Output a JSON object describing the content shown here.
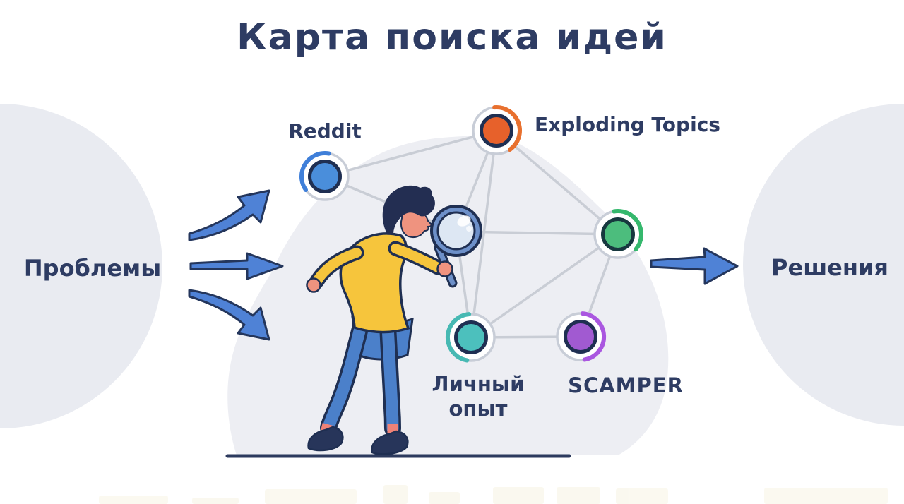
{
  "title": "Карта поиска идей",
  "flow": {
    "input_label": "Проблемы",
    "output_label": "Решения"
  },
  "nodes": {
    "reddit": {
      "label": "Reddit",
      "color": "#4a8edb",
      "accent": "#3f7fd9"
    },
    "exploding_topics": {
      "label": "Exploding Topics",
      "color": "#e7612b",
      "accent": "#e8702e"
    },
    "trend": {
      "label": "",
      "color": "#4cbd7d",
      "accent": "#35b86d"
    },
    "personal_experience": {
      "label": "Личный опыт",
      "color": "#4cc0bd",
      "accent": "#47b9b3"
    },
    "scamper": {
      "label": "SCAMPER",
      "color": "#a15ad1",
      "accent": "#aa57e0"
    }
  },
  "colors": {
    "heading_text": "#2e3c63",
    "arrow": "#4f82d6",
    "arrow_outline": "#24365c",
    "network_edge": "#c9cdd5",
    "node_ring": "#c8cdd7",
    "node_inner_stroke": "#1f2f52",
    "background_blob": "#e9ebf1",
    "cloud": "#edeef3",
    "ground": "#2c3a5e",
    "sweater_yellow": "#f6c53c",
    "pants_blue": "#4b80ca",
    "skin": "#ef937f",
    "hair": "#232e52",
    "magnifier_blue": "#6d90c9",
    "lens": "#dde7f3"
  },
  "icons": {
    "magnifier": "magnifying-glass-icon"
  }
}
